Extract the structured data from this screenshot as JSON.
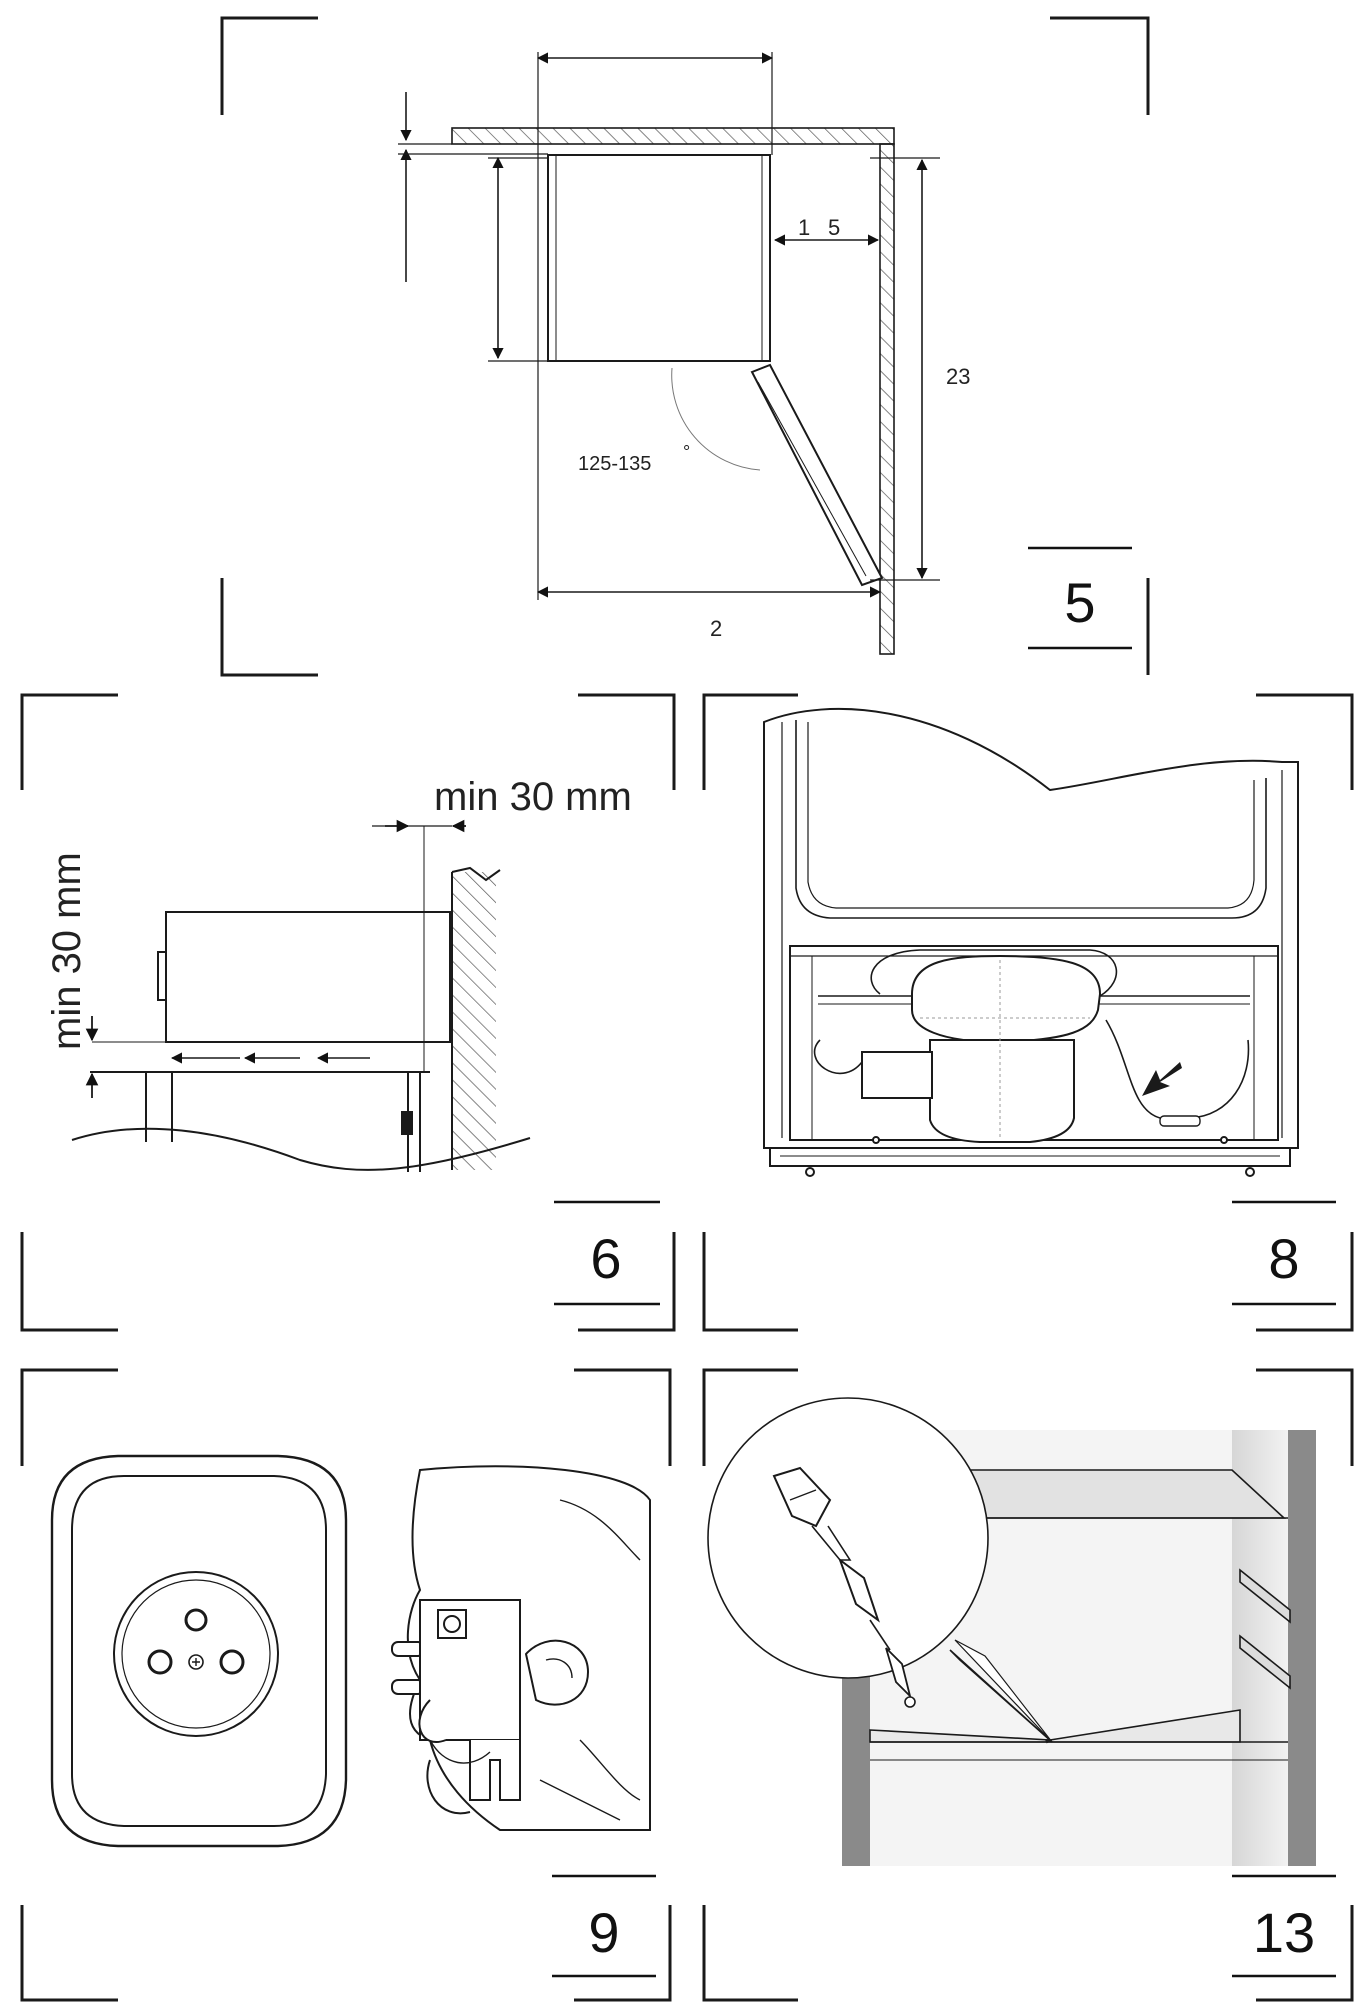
{
  "figures": [
    {
      "number": "5",
      "dimensions": {
        "d1": "1",
        "d5": "5",
        "d23": "23",
        "angle": "125-135",
        "degree": "°",
        "d2": "2"
      }
    },
    {
      "number": "6",
      "labels": {
        "clearance_side": "min 30 mm",
        "clearance_bottom": "min 30 mm"
      }
    },
    {
      "number": "8"
    },
    {
      "number": "9"
    },
    {
      "number": "13"
    }
  ],
  "colors": {
    "line": "#1a1a1a",
    "fill": "#ffffff",
    "shade_light": "#eeeeee",
    "shade_mid": "#c9c9c9",
    "shade_dark": "#8a8a8a"
  }
}
